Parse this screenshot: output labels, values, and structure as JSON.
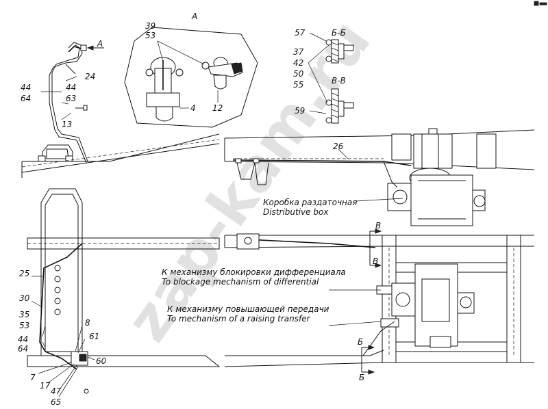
{
  "watermark": "zap-kam.ru",
  "views": {
    "view_a": "А",
    "section_bb": "Б-Б",
    "section_vv": "В-В"
  },
  "arrows": {
    "a": "А",
    "v_top": "В",
    "v_bottom": "В",
    "b_top": "Б",
    "b_bottom": "Б"
  },
  "captions": {
    "transfer_box_ru": "Коробка раздаточная",
    "transfer_box_en": "Distributive box",
    "diff_lock_ru": "К механизму блокировки дифференциала",
    "diff_lock_en": "To blockage mechanism of differential",
    "raising_ru": "К механизму повышающей передачи",
    "raising_en": "To mechanism of a raising transfer"
  },
  "callouts": {
    "c39": "39",
    "c53a": "53",
    "c4": "4",
    "c12": "12",
    "c57": "57",
    "c37": "37",
    "c42": "42",
    "c50": "50",
    "c55": "55",
    "c59": "59",
    "c24": "24",
    "c44a": "44",
    "c64a": "64",
    "c44b": "44",
    "c63": "63",
    "c13": "13",
    "c26": "26",
    "c25": "25",
    "c30": "30",
    "c35": "35",
    "c53b": "53",
    "c44c": "44",
    "c64b": "64",
    "c8": "8",
    "c61": "61",
    "c60": "60",
    "c7": "7",
    "c17": "17",
    "c47": "47",
    "c65": "65"
  },
  "icons": {
    "logo": "corner-logo-icon"
  }
}
